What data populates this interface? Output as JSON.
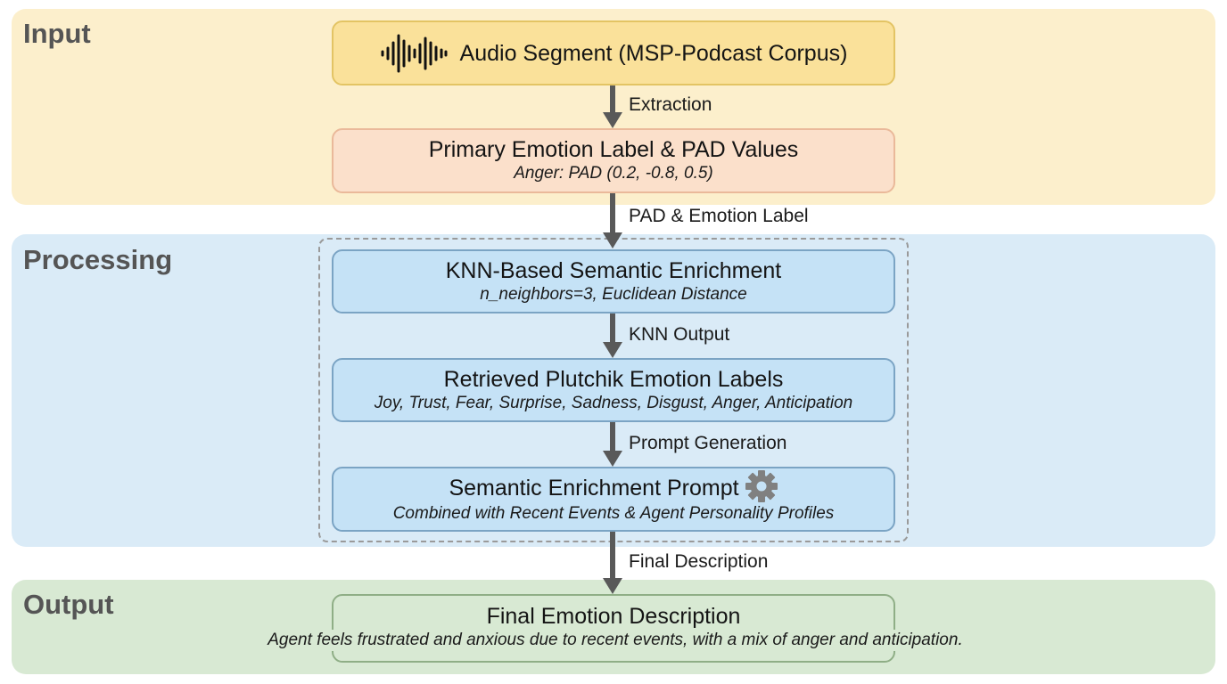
{
  "panels": {
    "input": {
      "title": "Input",
      "color": "#fcefcc"
    },
    "processing": {
      "title": "Processing",
      "color": "#daebf7"
    },
    "output": {
      "title": "Output",
      "color": "#d8e9d3"
    }
  },
  "nodes": {
    "audio": {
      "title": "Audio Segment (MSP-Podcast Corpus)",
      "icon": "audio-waveform-icon"
    },
    "primary": {
      "title": "Primary Emotion Label & PAD Values",
      "subtitle": "Anger: PAD (0.2, -0.8, 0.5)"
    },
    "knn": {
      "title": "KNN-Based Semantic Enrichment",
      "subtitle": "n_neighbors=3, Euclidean Distance"
    },
    "plutchik": {
      "title": "Retrieved Plutchik Emotion Labels",
      "subtitle": "Joy, Trust, Fear, Surprise, Sadness, Disgust, Anger, Anticipation"
    },
    "prompt": {
      "title": "Semantic Enrichment Prompt",
      "subtitle": "Combined with Recent Events & Agent Personality Profiles",
      "icon": "gear-icon"
    },
    "final": {
      "title": "Final Emotion Description",
      "subtitle": "Agent feels frustrated and anxious due to recent events, with a mix of anger and anticipation."
    }
  },
  "edges": [
    {
      "from": "audio",
      "to": "primary",
      "label": "Extraction"
    },
    {
      "from": "primary",
      "to": "knn",
      "label": "PAD & Emotion Label"
    },
    {
      "from": "knn",
      "to": "plutchik",
      "label": "KNN Output"
    },
    {
      "from": "plutchik",
      "to": "prompt",
      "label": "Prompt Generation"
    },
    {
      "from": "prompt",
      "to": "final",
      "label": "Final Description"
    }
  ]
}
